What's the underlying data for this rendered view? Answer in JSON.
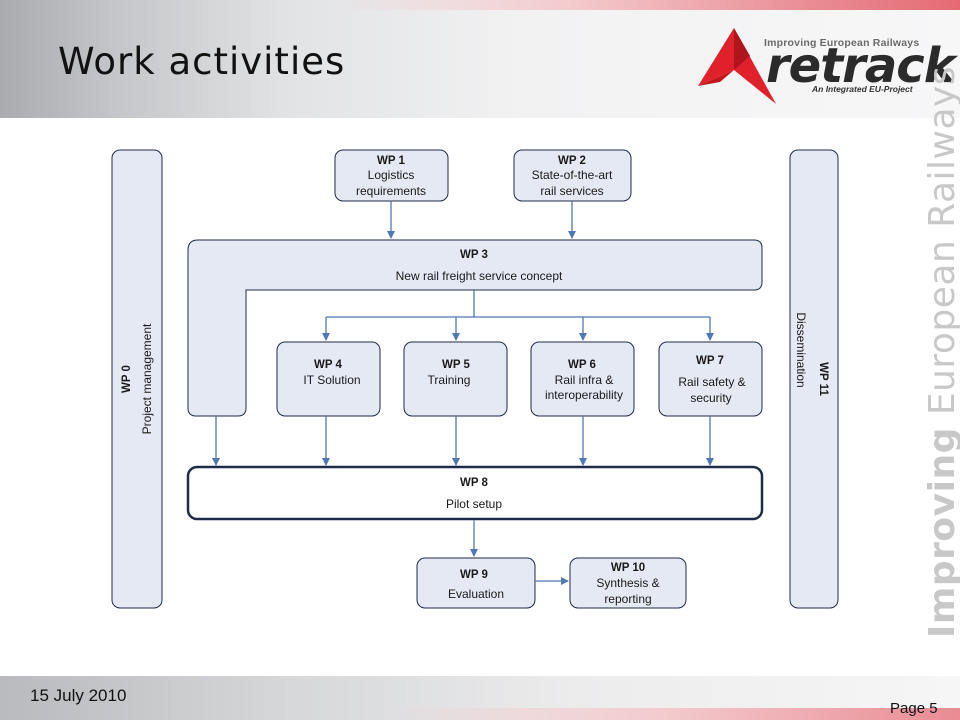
{
  "header": {
    "title": "Work activities"
  },
  "logo": {
    "tagline": "Improving European Railways",
    "wordmark": "retrack",
    "subtitle": "An Integrated EU-Project"
  },
  "side_text": {
    "bold": "Improving",
    "rest": " European Railways"
  },
  "footer": {
    "date": "15 July 2010",
    "page": "Page 5"
  },
  "work_packages": {
    "wp0": {
      "code": "WP 0",
      "name": "Project management"
    },
    "wp1": {
      "code": "WP 1",
      "line1": "Logistics",
      "line2": "requirements"
    },
    "wp2": {
      "code": "WP 2",
      "line1": "State-of-the-art",
      "line2": "rail services"
    },
    "wp3": {
      "code": "WP 3",
      "name": "New rail freight service concept"
    },
    "wp4": {
      "code": "WP 4",
      "name": "IT Solution"
    },
    "wp5": {
      "code": "WP 5",
      "name": "Training"
    },
    "wp6": {
      "code": "WP 6",
      "line1": "Rail infra &",
      "line2": "interoperability"
    },
    "wp7": {
      "code": "WP 7",
      "line1": "Rail safety &",
      "line2": "security"
    },
    "wp8": {
      "code": "WP 8",
      "name": "Pilot setup"
    },
    "wp9": {
      "code": "WP 9",
      "name": "Evaluation"
    },
    "wp10": {
      "code": "WP 10",
      "line1": "Synthesis &",
      "line2": "reporting"
    },
    "wp11": {
      "code": "WP 11",
      "name": "Dissemination"
    }
  },
  "colors": {
    "box_fill": "#e5e9f4",
    "box_stroke": "#1e2a4a",
    "arrow": "#4f79b5",
    "logo_red": "#e0202a"
  }
}
